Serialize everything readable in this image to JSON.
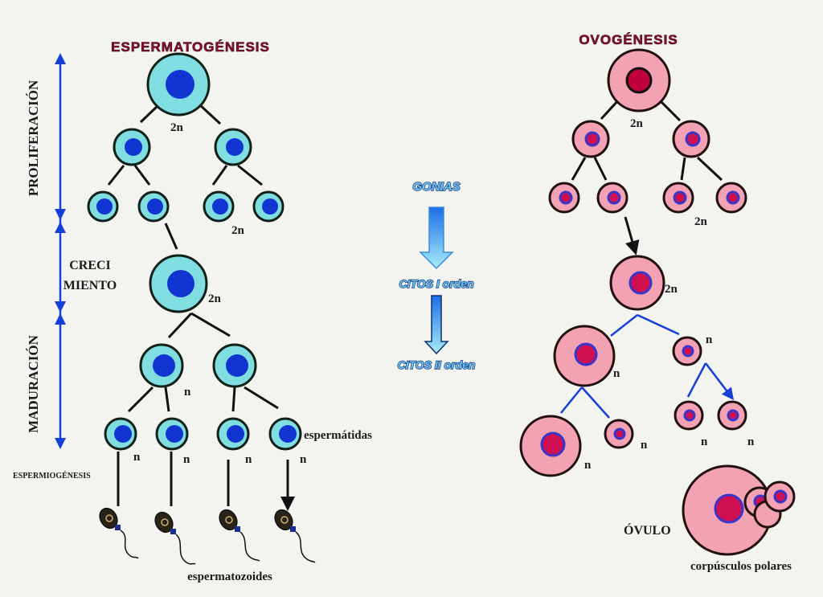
{
  "spermatogenesis": {
    "title": "ESPERMATOGÉNESIS",
    "phases": [
      "PROLIFERACIÓN",
      "CRECI",
      "MIENTO",
      "MADURACIÓN"
    ],
    "ploidy_2n": "2n",
    "ploidy_n": "n",
    "spermiogenesis_label": "ESPERMIOGÉNESIS",
    "spermatids_label": "espermátidas",
    "spermatozoa_label": "espermatozoides"
  },
  "center": {
    "gonias": "GONIAS",
    "citos_1": "CITOS I orden",
    "citos_2": "CITOS II orden"
  },
  "oogenesis": {
    "title": "OVOGÉNESIS",
    "ploidy_2n": "2n",
    "ploidy_n": "n",
    "ovum_label": "ÓVULO",
    "polar_bodies_label": "corpúsculos polares"
  },
  "colors": {
    "sperm_cell": "#80dde0",
    "sperm_nucleus": "#1035d0",
    "ovo_cell": "#f3a2b4",
    "ovo_nucleus": "#d01050",
    "phase_arrow": "#1540d8",
    "title": "#8a1035"
  }
}
